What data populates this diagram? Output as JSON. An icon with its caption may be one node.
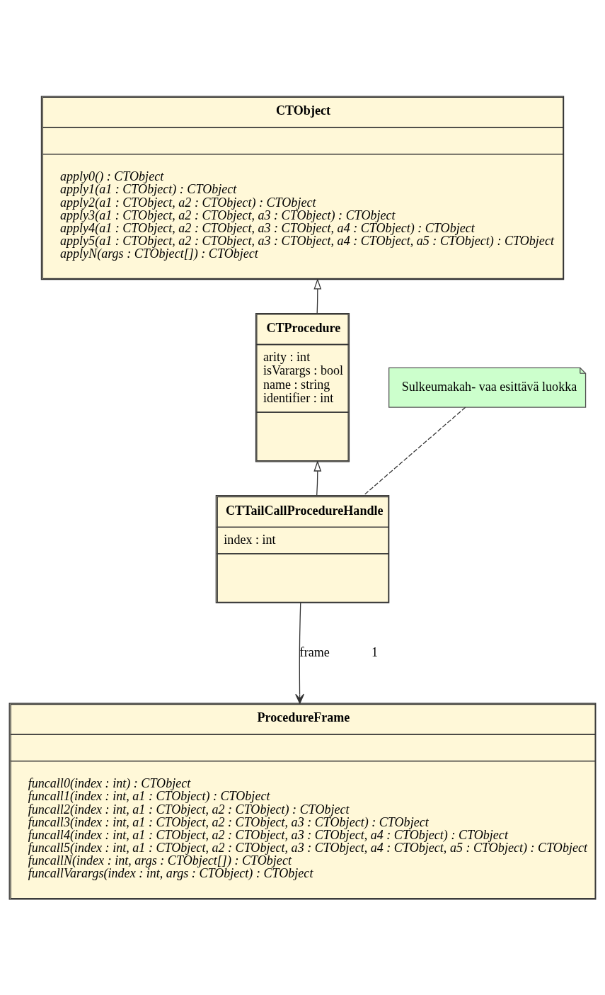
{
  "diagram": {
    "nodes": [
      {
        "text": [
          "CTObject",
          "apply0() : CTObject",
          "apply1(a1 : CTObject) : CTObject",
          "apply2(a1 : CTObject, a2 : CTObject) : CTObject",
          "apply3(a1 : CTObject, a2 : CTObject, a3 : CTObject) : CTObject",
          "apply4(a1 : CTObject, a2 : CTObject, a3 : CTObject, a4 : CTObject) : CTObject",
          "apply5(a1 : CTObject, a2 : CTObject, a3 : CTObject, a4 : CTObject, a5 : CTObject) : CTObject",
          "applyN(args : CTObject[]) : CTObject"
        ]
      },
      {
        "text": [
          "CTProcedure",
          "arity : int",
          "isVarargs : bool",
          "name : string",
          "identifier : int"
        ]
      },
      {
        "text": [
          "Sulkeumakah- vaa esittävä luokka"
        ]
      },
      {
        "text": [
          "CTTailCallProcedureHandle",
          "index : int"
        ]
      },
      {
        "text": [
          "ProcedureFrame",
          "funcall0(index : int) : CTObject",
          "funcall1(index : int, a1 : CTObject) : CTObject",
          "funcall2(index : int, a1 : CTObject, a2 : CTObject) : CTObject",
          "funcall3(index : int, a1 : CTObject, a2 : CTObject, a3 : CTObject) : CTObject",
          "funcall4(index : int, a1 : CTObject, a2 : CTObject, a3 : CTObject, a4 : CTObject) : CTObject",
          "funcall5(index : int, a1 : CTObject, a2 : CTObject, a3 : CTObject, a4 : CTObject, a5 : CTObject) : CTObject",
          "funcallN(index : int, args : CTObject[]) : CTObject",
          "funcallVarargs(index : int, args : CTObject) : CTObject"
        ]
      }
    ],
    "edges": [
      {
        "from": 1,
        "to": 0,
        "arrow": "to"
      },
      {
        "from": 3,
        "to": 1,
        "arrow": "to"
      },
      {
        "from": 2,
        "to": 3,
        "arrow": "none",
        "style": "dashed"
      },
      {
        "from": 3,
        "to": 4,
        "arrow": "to",
        "label": "frame"
      }
    ],
    "labels": [
      "1"
    ]
  }
}
